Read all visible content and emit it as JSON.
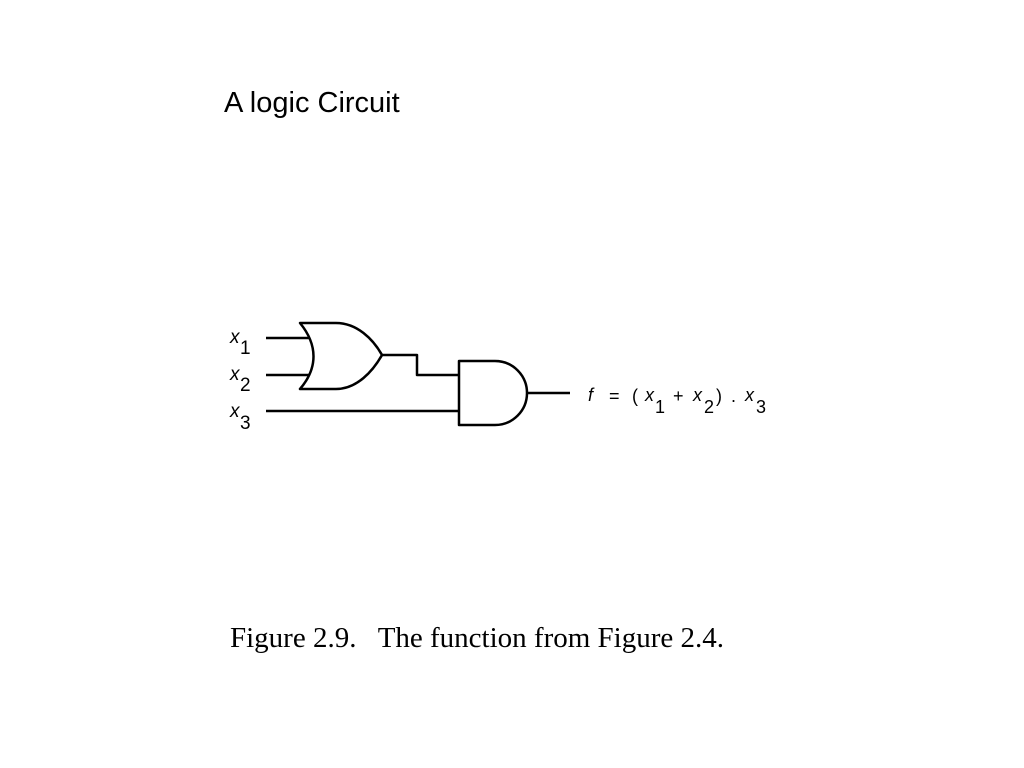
{
  "slide": {
    "title": "A logic Circuit",
    "caption": "Figure 2.9.   The function from Figure 2.4."
  },
  "circuit": {
    "inputs": [
      {
        "var": "x",
        "sub": "1"
      },
      {
        "var": "x",
        "sub": "2"
      },
      {
        "var": "x",
        "sub": "3"
      }
    ],
    "gates": [
      "OR",
      "AND"
    ],
    "output": {
      "f": "f",
      "equals": "=",
      "open_paren": "(",
      "x": "x",
      "sub1": "1",
      "plus": "+",
      "sub2": "2",
      "close_paren": ")",
      "dot": ".",
      "sub3": "3"
    }
  }
}
